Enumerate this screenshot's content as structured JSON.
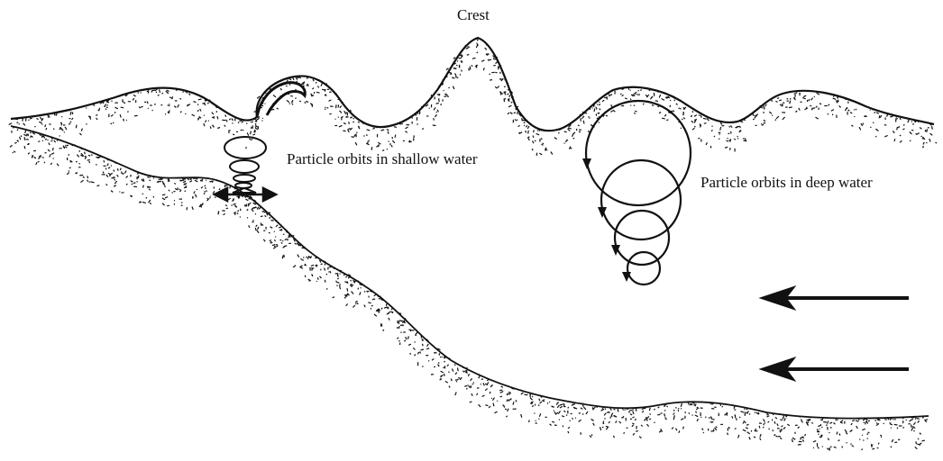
{
  "labels": {
    "crest": "Crest",
    "shallow": "Particle orbits in shallow water",
    "deep": "Particle orbits in deep water"
  },
  "colors": {
    "ink": "#111111",
    "background": "#ffffff"
  }
}
